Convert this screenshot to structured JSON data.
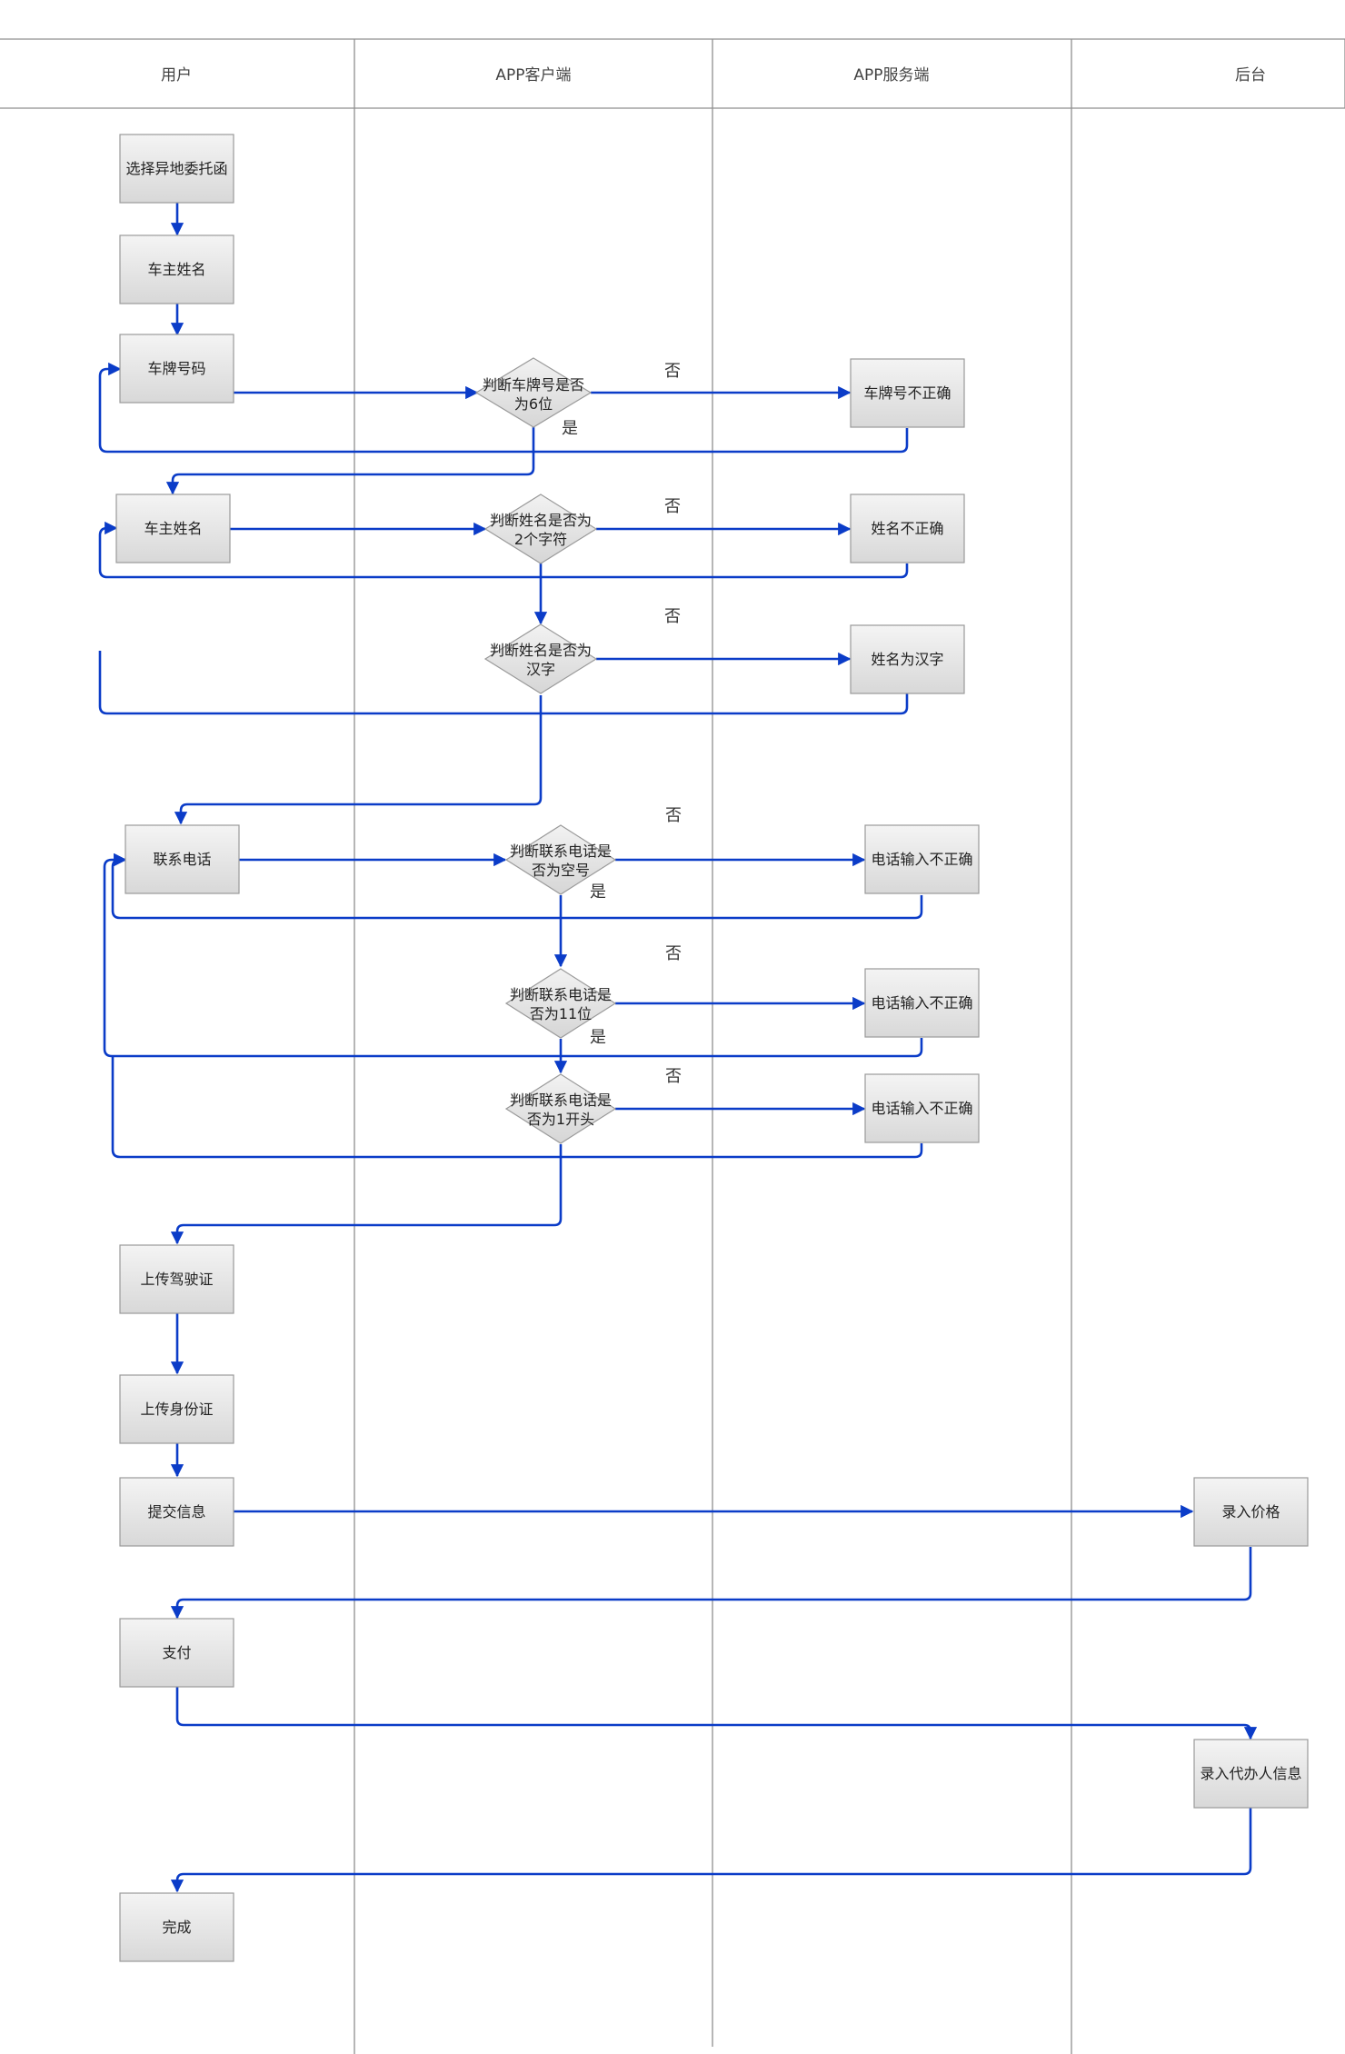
{
  "lanes": [
    "用户",
    "APP客户端",
    "APP服务端",
    "后台"
  ],
  "nodes": {
    "n_select_letter": "选择异地委托函",
    "n_owner_name_1": "车主姓名",
    "n_plate_no": "车牌号码",
    "d_plate_6": [
      "判断车牌号是否",
      "为6位"
    ],
    "n_plate_err": "车牌号不正确",
    "n_owner_name_2": "车主姓名",
    "d_name_2char": [
      "判断姓名是否为",
      "2个字符"
    ],
    "n_name_err": "姓名不正确",
    "d_name_han": [
      "判断姓名是否为",
      "汉字"
    ],
    "n_name_han": "姓名为汉字",
    "n_phone": "联系电话",
    "d_phone_empty": [
      "判断联系电话是",
      "否为空号"
    ],
    "n_phone_err_1": "电话输入不正确",
    "d_phone_11": [
      "判断联系电话是",
      "否为11位"
    ],
    "n_phone_err_2": "电话输入不正确",
    "d_phone_1": [
      "判断联系电话是",
      "否为1开头"
    ],
    "n_phone_err_3": "电话输入不正确",
    "n_upload_license": "上传驾驶证",
    "n_upload_id": "上传身份证",
    "n_submit": "提交信息",
    "n_enter_price": "录入价格",
    "n_pay": "支付",
    "n_enter_agent": "录入代办人信息",
    "n_done": "完成"
  },
  "edge_labels": {
    "plate_no": "否",
    "plate_yes": "是",
    "name2_no": "否",
    "han_no": "否",
    "empty_no": "否",
    "empty_yes": "是",
    "p11_no": "否",
    "p11_yes": "是",
    "p1_no": "否"
  },
  "colors": {
    "edge": "#0b3cc8",
    "node_fill_top": "#f4f4f4",
    "node_fill_bottom": "#d8d8d8",
    "node_stroke": "#9a9a9a",
    "lane_line": "#8f8f8f"
  }
}
